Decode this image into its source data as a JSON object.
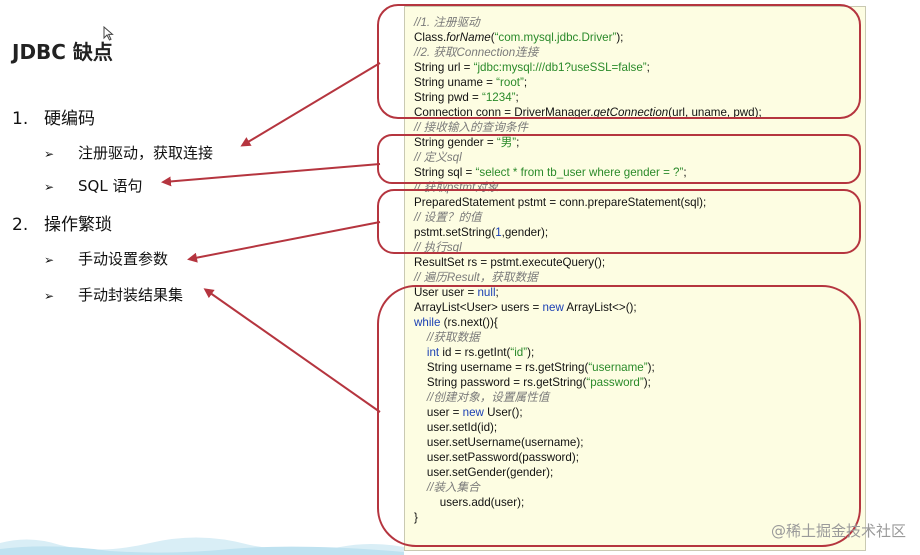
{
  "title": "JDBC 缺点",
  "outline": [
    {
      "num": "1.",
      "label": "硬编码",
      "children": [
        "注册驱动，获取连接",
        "SQL 语句"
      ]
    },
    {
      "num": "2.",
      "label": "操作繁琐",
      "children": [
        "手动设置参数",
        "手动封装结果集"
      ]
    }
  ],
  "code": {
    "l01": "//1. 注册驱动",
    "l02_a": "Class.",
    "l02_b": "forName",
    "l02_c": "(",
    "l02_d": "“com.mysql.jdbc.Driver”",
    "l02_e": ");",
    "l03": "//2. 获取Connection连接",
    "l04_a": "String url = ",
    "l04_b": "“jdbc:mysql:///db1?useSSL=false”",
    "l04_c": ";",
    "l05_a": "String uname = ",
    "l05_b": "“root”",
    "l05_c": ";",
    "l06_a": "String pwd = ",
    "l06_b": "“1234”",
    "l06_c": ";",
    "l07_a": "Connection conn = DriverManager.",
    "l07_b": "getConnection",
    "l07_c": "(url, uname, pwd);",
    "l08": "// 接收输入的查询条件",
    "l09_a": "String gender = ",
    "l09_b": "“男”",
    "l09_c": ";",
    "l10": "// 定义sql",
    "l11_a": "String sql = ",
    "l11_b": "“select * from tb_user where gender = ?”",
    "l11_c": ";",
    "l12": "// 获取pstmt对象",
    "l13": "PreparedStatement pstmt = conn.prepareStatement(sql);",
    "l14": "// 设置？的值",
    "l15_a": "pstmt.setString(",
    "l15_b": "1",
    "l15_c": ",gender);",
    "l16": "// 执行sql",
    "l17": "ResultSet rs = pstmt.executeQuery();",
    "l18": "// 遍历Result，获取数据",
    "l19_a": "User user = ",
    "l19_b": "null",
    "l19_c": ";",
    "l20_a": "ArrayList<User> users = ",
    "l20_b": "new",
    "l20_c": " ArrayList<>();",
    "l21_a": "while",
    "l21_b": " (rs.next()){",
    "l22": "    //获取数据",
    "l23_a": "    ",
    "l23_b": "int",
    "l23_c": " id = rs.getInt(",
    "l23_d": "“id”",
    "l23_e": ");",
    "l24_a": "    String username = rs.getString(",
    "l24_b": "“username”",
    "l24_c": ");",
    "l25_a": "    String password = rs.getString(",
    "l25_b": "“password”",
    "l25_c": ");",
    "l26": "    //创建对象，设置属性值",
    "l27_a": "    user = ",
    "l27_b": "new",
    "l27_c": " User();",
    "l28": "    user.setId(id);",
    "l29": "    user.setUsername(username);",
    "l30": "    user.setPassword(password);",
    "l31": "    user.setGender(gender);",
    "l32": "    //装入集合",
    "l33": "        users.add(user);",
    "l34": "}"
  },
  "watermark": "@稀土掘金技术社区",
  "colors": {
    "annotation": "#b5353f",
    "code_bg": "#fdfde2",
    "comment": "#7a7a7a",
    "string": "#2a8a2a",
    "keyword": "#1a3fb4"
  }
}
